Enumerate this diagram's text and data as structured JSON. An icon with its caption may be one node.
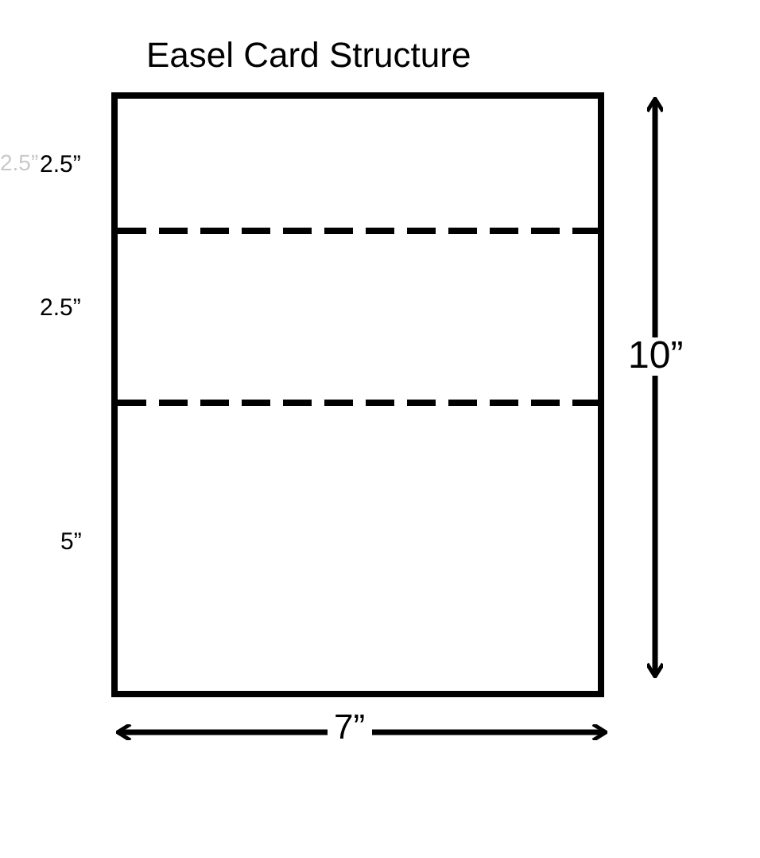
{
  "diagram": {
    "title": "Easel Card Structure",
    "labels": [
      "2.5”",
      "2.5”",
      "2.5”",
      "5”",
      "10”",
      "7”"
    ]
  }
}
